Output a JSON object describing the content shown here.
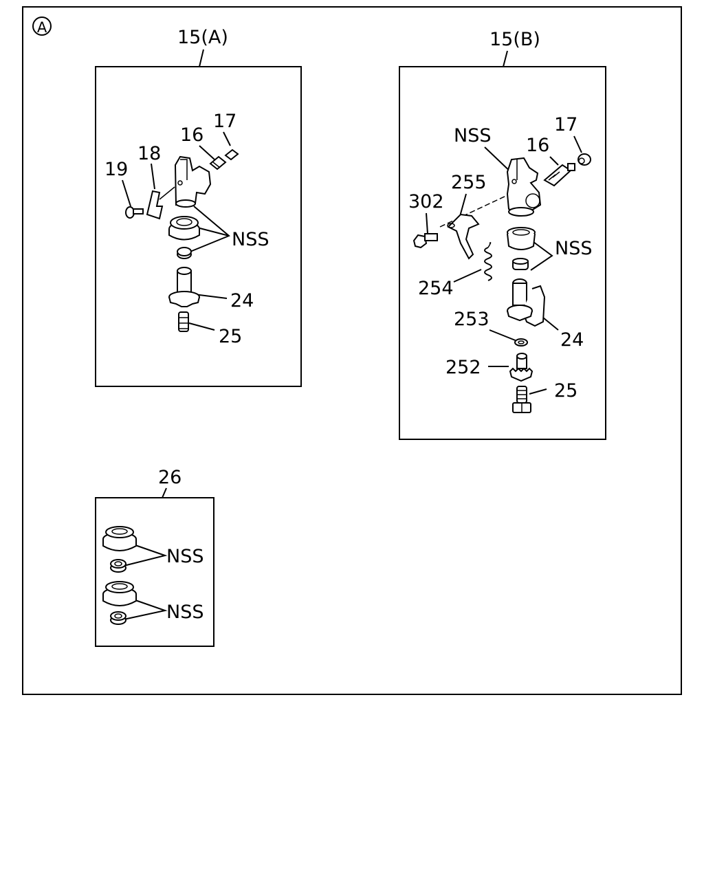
{
  "diagram": {
    "view_marker": "A",
    "groups": [
      {
        "id": "15A",
        "label": "15(A)",
        "callouts": {
          "c19": "19",
          "c18": "18",
          "c16": "16",
          "c17": "17",
          "nss": "NSS",
          "c24": "24",
          "c25": "25"
        }
      },
      {
        "id": "15B",
        "label": "15(B)",
        "callouts": {
          "nss_top": "NSS",
          "c16": "16",
          "c17": "17",
          "c255": "255",
          "c302": "302",
          "nss": "NSS",
          "c254": "254",
          "c253": "253",
          "c24": "24",
          "c252": "252",
          "c25": "25"
        }
      },
      {
        "id": "26",
        "label": "26",
        "callouts": {
          "nss1": "NSS",
          "nss2": "NSS"
        }
      }
    ]
  }
}
